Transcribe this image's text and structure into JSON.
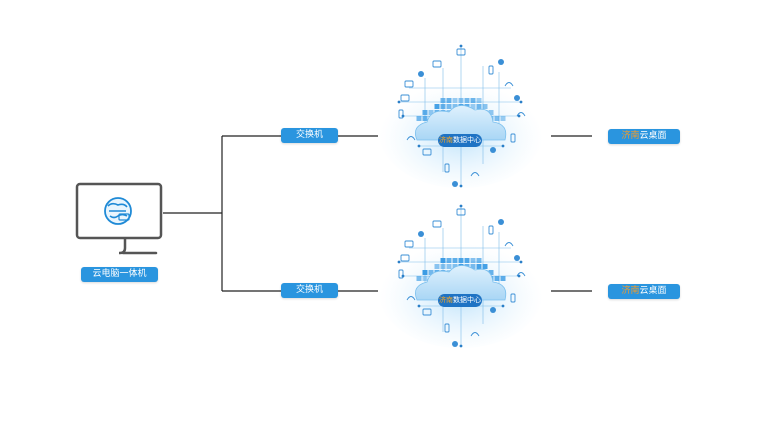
{
  "terminal": {
    "label": "云电脑一体机"
  },
  "switches": [
    {
      "label": "交换机"
    },
    {
      "label": "交换机"
    }
  ],
  "datacenters": [
    {
      "label_prefix": "济南",
      "label_suffix": "数据中心"
    },
    {
      "label_prefix": "济南",
      "label_suffix": "数据中心"
    }
  ],
  "desktops": [
    {
      "label_prefix": "济南",
      "label_suffix": "云桌面"
    },
    {
      "label_prefix": "济南",
      "label_suffix": "云桌面"
    }
  ],
  "colors": {
    "line": "#222222",
    "accent": "#2a95df",
    "highlight": "#f39c2a",
    "device_icon": "#555555"
  }
}
